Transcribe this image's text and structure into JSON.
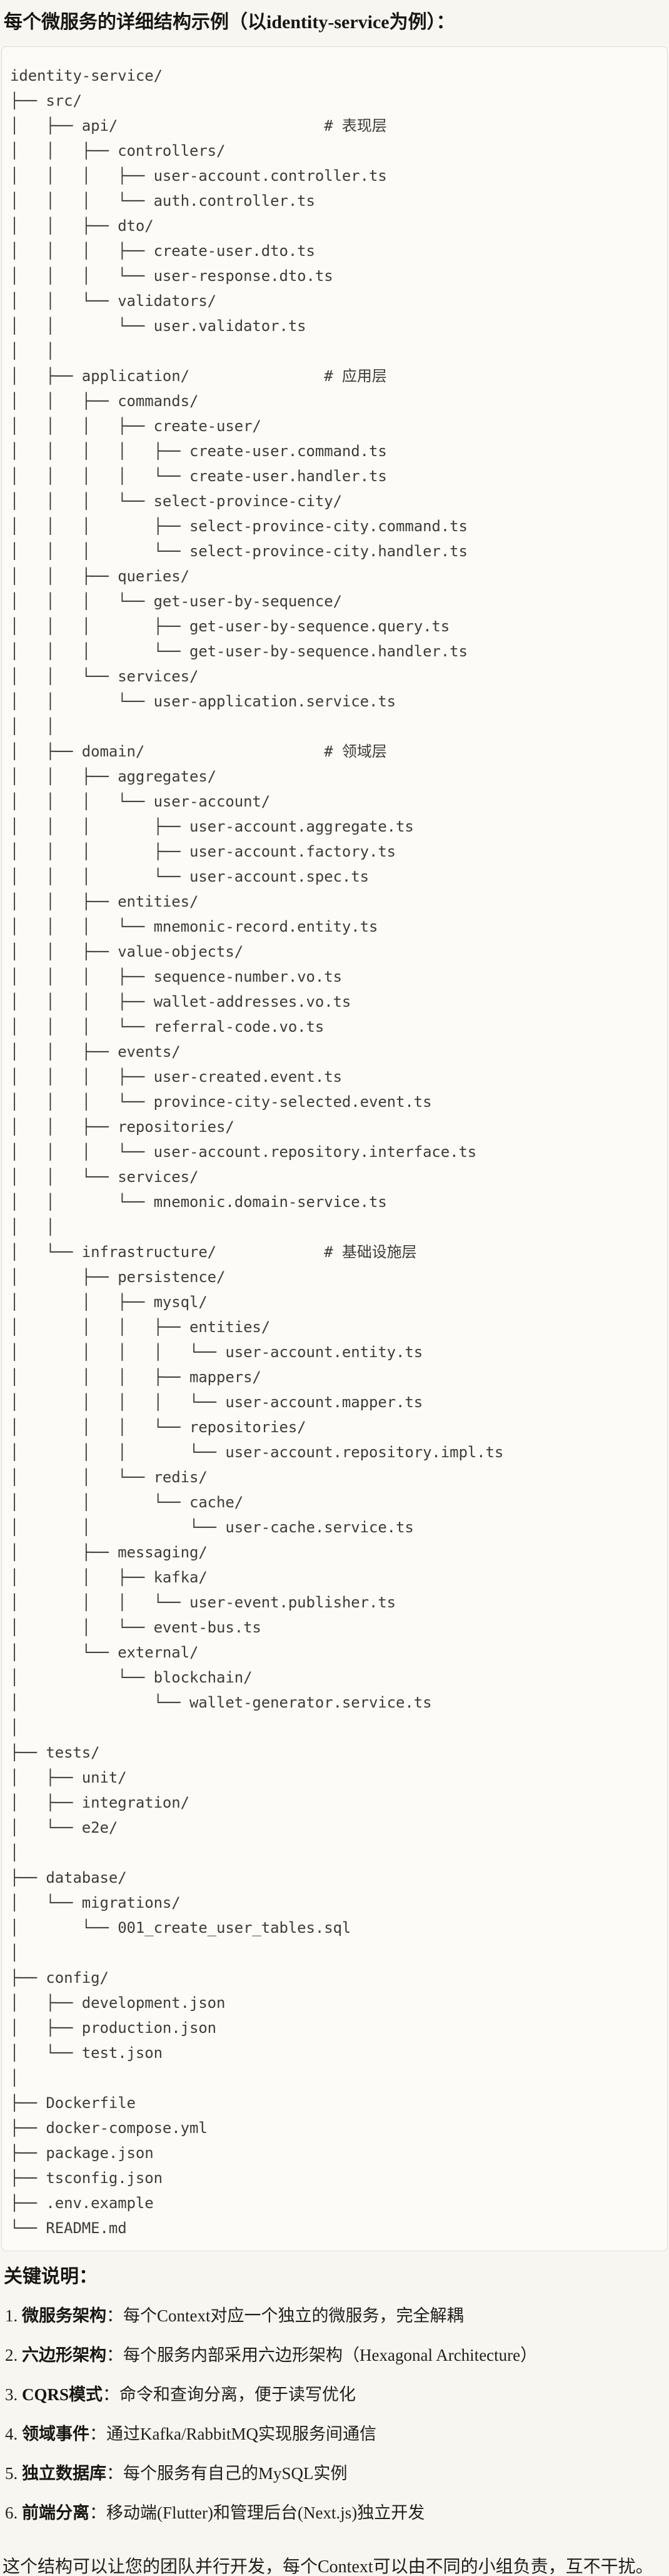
{
  "header": {
    "title": "每个微服务的详细结构示例（以identity-service为例）："
  },
  "tree": {
    "lines": [
      "identity-service/",
      "├── src/",
      "│   ├── api/                       # 表现层",
      "│   │   ├── controllers/",
      "│   │   │   ├── user-account.controller.ts",
      "│   │   │   └── auth.controller.ts",
      "│   │   ├── dto/",
      "│   │   │   ├── create-user.dto.ts",
      "│   │   │   └── user-response.dto.ts",
      "│   │   └── validators/",
      "│   │       └── user.validator.ts",
      "│   │",
      "│   ├── application/               # 应用层",
      "│   │   ├── commands/",
      "│   │   │   ├── create-user/",
      "│   │   │   │   ├── create-user.command.ts",
      "│   │   │   │   └── create-user.handler.ts",
      "│   │   │   └── select-province-city/",
      "│   │   │       ├── select-province-city.command.ts",
      "│   │   │       └── select-province-city.handler.ts",
      "│   │   ├── queries/",
      "│   │   │   └── get-user-by-sequence/",
      "│   │   │       ├── get-user-by-sequence.query.ts",
      "│   │   │       └── get-user-by-sequence.handler.ts",
      "│   │   └── services/",
      "│   │       └── user-application.service.ts",
      "│   │",
      "│   ├── domain/                    # 领域层",
      "│   │   ├── aggregates/",
      "│   │   │   └── user-account/",
      "│   │   │       ├── user-account.aggregate.ts",
      "│   │   │       ├── user-account.factory.ts",
      "│   │   │       └── user-account.spec.ts",
      "│   │   ├── entities/",
      "│   │   │   └── mnemonic-record.entity.ts",
      "│   │   ├── value-objects/",
      "│   │   │   ├── sequence-number.vo.ts",
      "│   │   │   ├── wallet-addresses.vo.ts",
      "│   │   │   └── referral-code.vo.ts",
      "│   │   ├── events/",
      "│   │   │   ├── user-created.event.ts",
      "│   │   │   └── province-city-selected.event.ts",
      "│   │   ├── repositories/",
      "│   │   │   └── user-account.repository.interface.ts",
      "│   │   └── services/",
      "│   │       └── mnemonic.domain-service.ts",
      "│   │",
      "│   └── infrastructure/            # 基础设施层",
      "│       ├── persistence/",
      "│       │   ├── mysql/",
      "│       │   │   ├── entities/",
      "│       │   │   │   └── user-account.entity.ts",
      "│       │   │   ├── mappers/",
      "│       │   │   │   └── user-account.mapper.ts",
      "│       │   │   └── repositories/",
      "│       │   │       └── user-account.repository.impl.ts",
      "│       │   └── redis/",
      "│       │       └── cache/",
      "│       │           └── user-cache.service.ts",
      "│       ├── messaging/",
      "│       │   ├── kafka/",
      "│       │   │   └── user-event.publisher.ts",
      "│       │   └── event-bus.ts",
      "│       └── external/",
      "│           └── blockchain/",
      "│               └── wallet-generator.service.ts",
      "│",
      "├── tests/",
      "│   ├── unit/",
      "│   ├── integration/",
      "│   └── e2e/",
      "│",
      "├── database/",
      "│   └── migrations/",
      "│       └── 001_create_user_tables.sql",
      "│",
      "├── config/",
      "│   ├── development.json",
      "│   ├── production.json",
      "│   └── test.json",
      "│",
      "├── Dockerfile",
      "├── docker-compose.yml",
      "├── package.json",
      "├── tsconfig.json",
      "├── .env.example",
      "└── README.md"
    ]
  },
  "notes": {
    "heading": "关键说明：",
    "items": [
      {
        "number": "1. ",
        "label": "微服务架构",
        "text": "：每个Context对应一个独立的微服务，完全解耦"
      },
      {
        "number": "2. ",
        "label": "六边形架构",
        "text": "：每个服务内部采用六边形架构（Hexagonal Architecture）"
      },
      {
        "number": "3. ",
        "label": "CQRS模式",
        "text": "：命令和查询分离，便于读写优化"
      },
      {
        "number": "4. ",
        "label": "领域事件",
        "text": "：通过Kafka/RabbitMQ实现服务间通信"
      },
      {
        "number": "5. ",
        "label": "独立数据库",
        "text": "：每个服务有自己的MySQL实例"
      },
      {
        "number": "6. ",
        "label": "前端分离",
        "text": "：移动端(Flutter)和管理后台(Next.js)独立开发"
      }
    ],
    "footer": "这个结构可以让您的团队并行开发，每个Context可以由不同的小组负责，互不干扰。"
  },
  "colors": {
    "page_background": "#f7f6f1",
    "code_block_background": "#fcfbf8",
    "code_block_border": "#dddbd4",
    "tree_text": "#3c3c39",
    "heading_text": "#171614",
    "body_text": "#201f1d"
  }
}
